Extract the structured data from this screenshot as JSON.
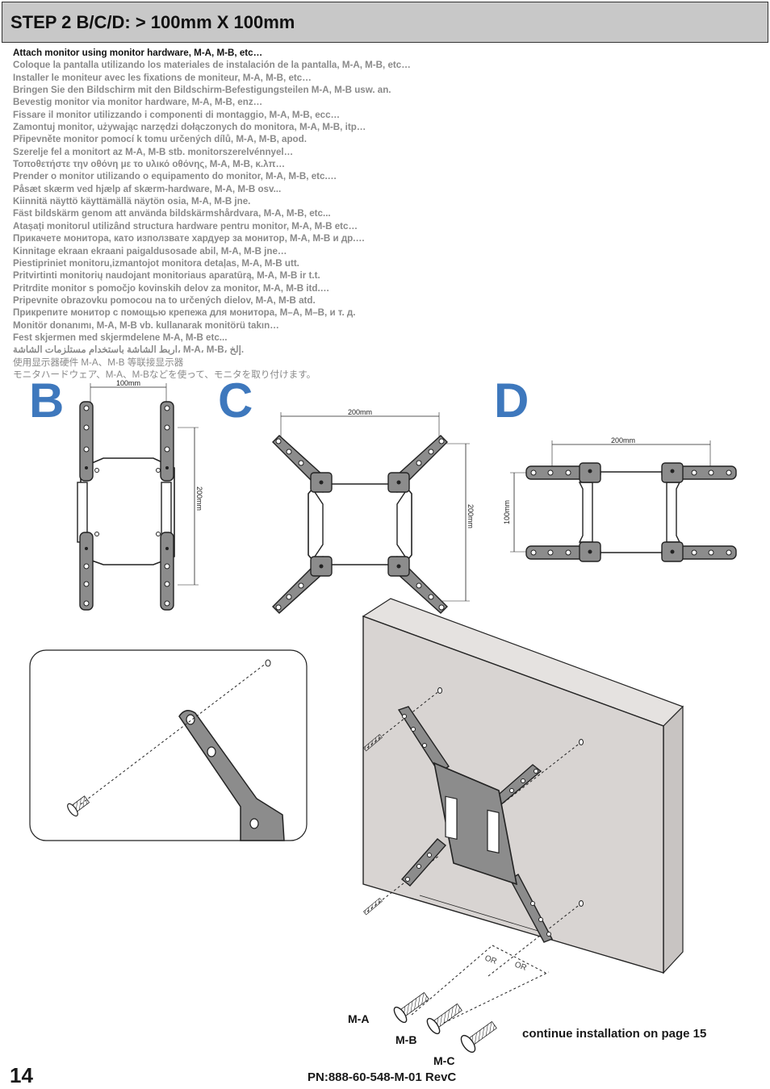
{
  "header": {
    "title": "STEP 2 B/C/D:  > 100mm X 100mm"
  },
  "instructions": [
    "Attach monitor using monitor hardware, M-A, M-B, etc…",
    "Coloque la pantalla utilizando los materiales de instalación de la pantalla, M-A, M-B, etc…",
    "Installer le moniteur avec les fixations de moniteur, M-A, M-B, etc…",
    "Bringen Sie den Bildschirm mit den Bildschirm-Befestigungsteilen M-A, M-B usw. an.",
    "Bevestig monitor via monitor hardware, M-A, M-B, enz…",
    "Fissare il monitor utilizzando i componenti di montaggio, M-A, M-B, ecc…",
    "Zamontuj monitor, używając narzędzi dołączonych do monitora, M-A, M-B, itp…",
    "Připevněte monitor pomocí k tomu určených dílů, M-A, M-B, apod.",
    "Szerelje fel a monitort az M-A, M-B stb. monitorszerelvénnyel…",
    "Τοποθετήστε την οθόνη με το υλικό οθόνης, M-A, M-B, κ.λπ…",
    "Prender o monitor utilizando o equipamento do monitor, M-A, M-B, etc.…",
    "Påsæt skærm ved hjælp af skærm-hardware, M-A, M-B osv...",
    "Kiinnitä näyttö käyttämällä näytön osia, M-A, M-B jne.",
    "Fäst bildskärm genom att använda bildskärmshårdvara, M-A, M-B, etc...",
    "Atașați monitorul utilizând structura hardware pentru monitor, M-A, M-B etc…",
    "Прикачете монитора, като използвате хардуер за монитор, M-A, M-B и др.…",
    "Kinnitage ekraan ekraani paigaldusosade abil, M-A, M-B jne…",
    "Piestipriniet monitoru,izmantojot monitora detaļas, M-A, M-B utt.",
    "Pritvirtinti monitorių naudojant monitoriaus aparatūrą, M-A, M-B ir t.t.",
    "Pritrdite monitor s pomočjo kovinskih delov za monitor, M-A, M-B itd.…",
    "Pripevnite obrazovku pomocou na to určených dielov, M-A, M-B atd.",
    "Прикрепите монитор с помощью крепежа для монитора, M–A, M–B, и т. д.",
    "Monitör donanımı, M-A, M-B vb. kullanarak monitörü takın…",
    "Fest skjermen med skjermdelene M-A, M-B etc...",
    "اربط الشاشة باستخدام مستلزمات الشاشة، M-A، M-B، إلخ.",
    "使用显示器硬件 M-A、M-B 等联接显示器",
    "モニタハードウェア、M-A、M-Bなどを使って、モニタを取り付けます。"
  ],
  "variants": {
    "b": {
      "letter": "B",
      "width_label": "100mm",
      "height_label": "200mm"
    },
    "c": {
      "letter": "C",
      "width_label": "200mm",
      "height_label": "200mm"
    },
    "d": {
      "letter": "D",
      "width_label": "200mm",
      "height_label": "100mm"
    }
  },
  "install": {
    "or_1": "OR",
    "or_2": "OR"
  },
  "parts": {
    "ma": "M-A",
    "mb": "M-B",
    "mc": "M-C"
  },
  "footer": {
    "page_number": "14",
    "part_number": "PN:888-60-548-M-01 RevC",
    "continue_note": "continue installation on page 15"
  },
  "colors": {
    "accent_letter": "#3e78bd",
    "header_bg": "#c8c8c8",
    "wall": "#d8d4d2",
    "metal": "#8c8c8c"
  }
}
